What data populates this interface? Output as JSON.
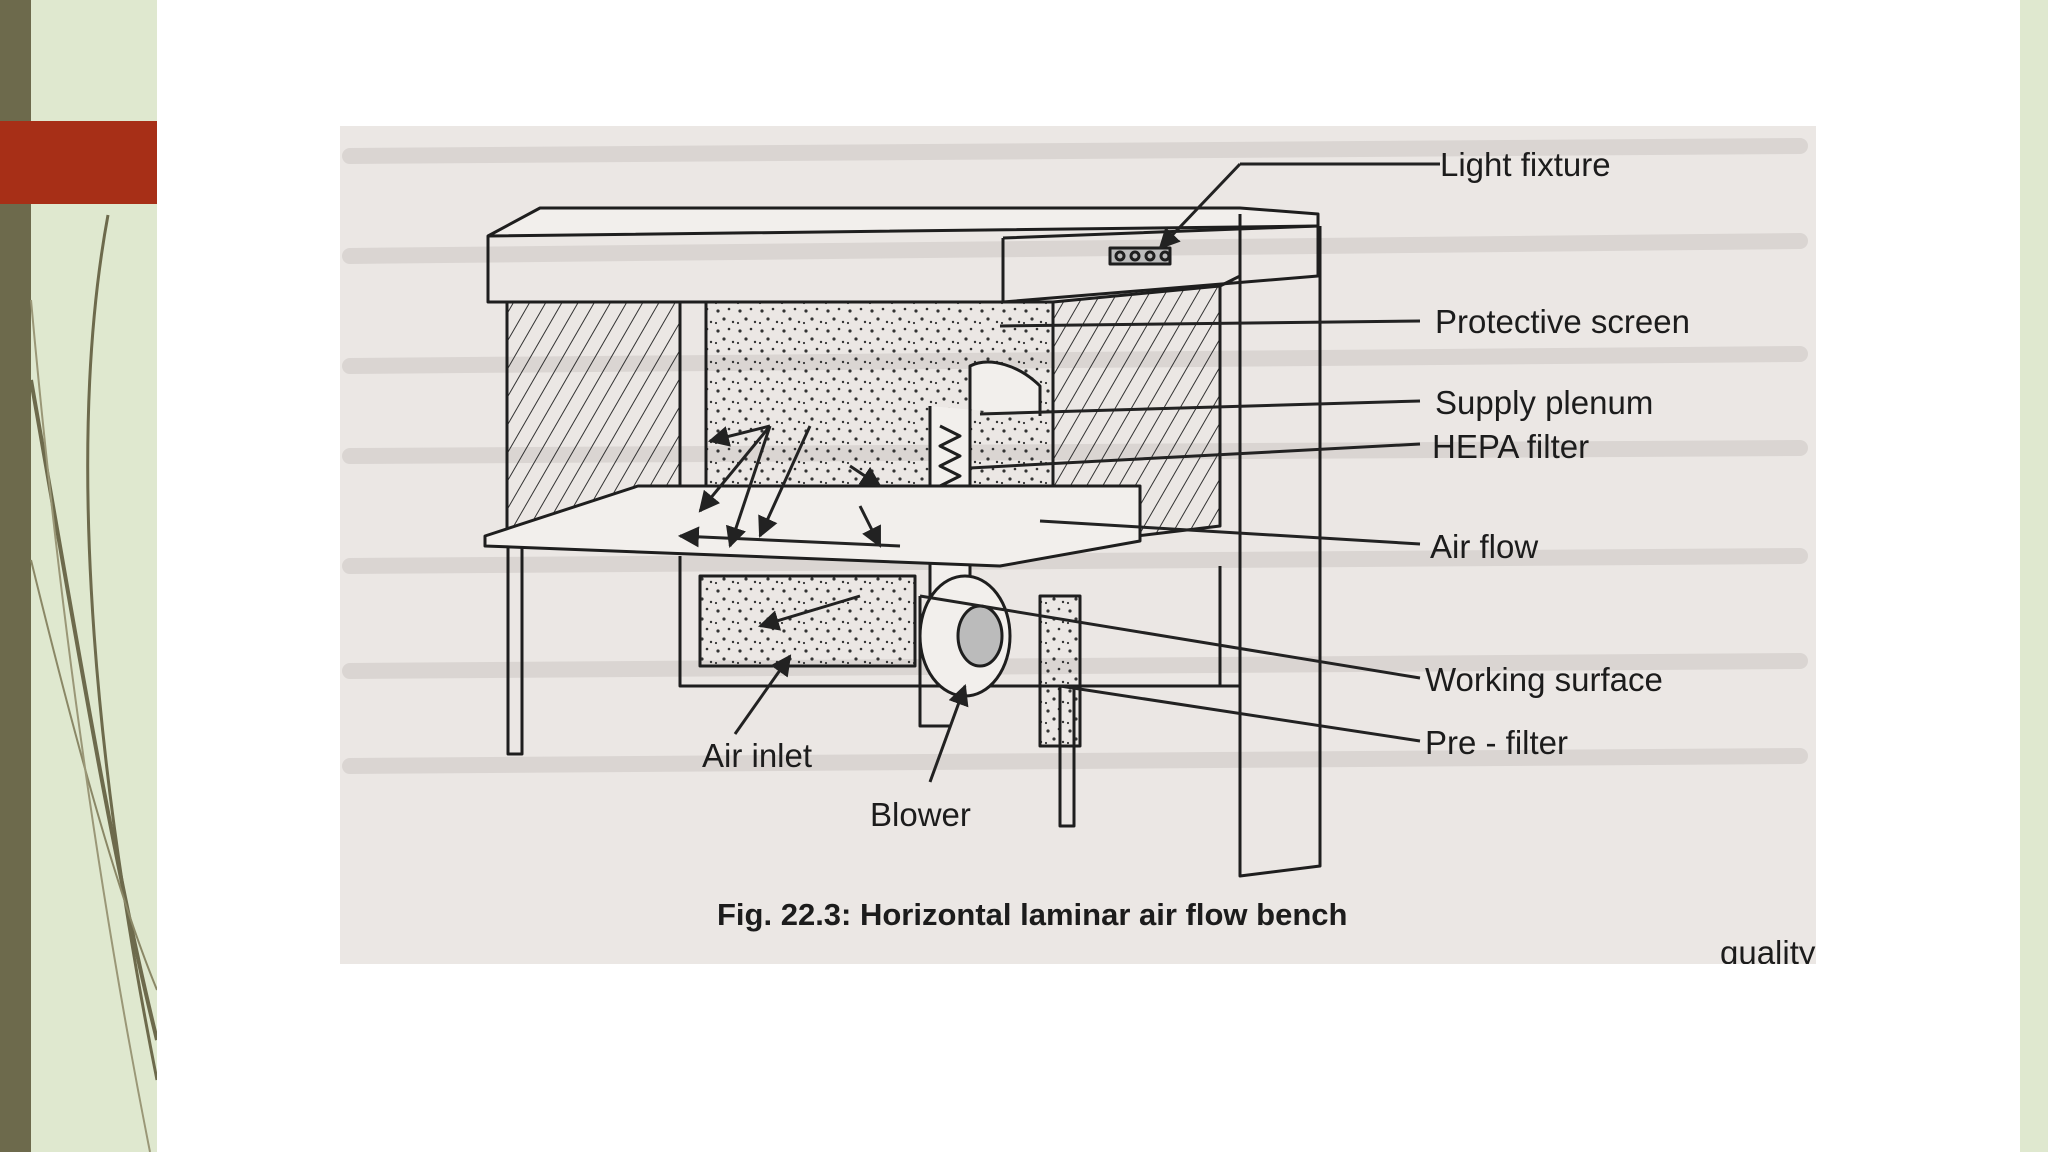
{
  "diagram": {
    "labels": {
      "light_fixture": "Light fixture",
      "protective_screen": "Protective screen",
      "supply_plenum": "Supply plenum",
      "hepa_filter": "HEPA filter",
      "air_flow": "Air flow",
      "working_surface": "Working surface",
      "pre_filter": "Pre - filter",
      "air_inlet": "Air inlet",
      "blower": "Blower"
    },
    "caption": "Fig. 22.3: Horizontal laminar air flow bench",
    "edge_text": "quality"
  },
  "colors": {
    "accent_red": "#a72f17",
    "sidebar_dark": "#6d6a4c",
    "sidebar_light": "#dfe8cf",
    "paper": "#ebe7e4",
    "ink": "#1c1c1c"
  }
}
